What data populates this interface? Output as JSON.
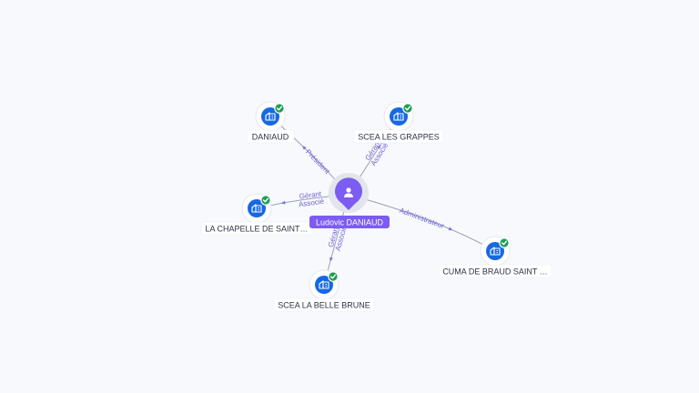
{
  "center": {
    "name": "Ludovic DANIAUD",
    "icon": "person-icon"
  },
  "companies": [
    {
      "id": "daniaud",
      "name": "DANIAUD",
      "icon": "building-icon",
      "status": "active-check-icon"
    },
    {
      "id": "scea-les-grappes",
      "name": "SCEA LES GRAPPES",
      "icon": "building-icon",
      "status": "active-check-icon"
    },
    {
      "id": "la-chapelle",
      "name": "LA CHAPELLE DE SAINT…",
      "icon": "building-icon",
      "status": "active-check-icon"
    },
    {
      "id": "scea-la-belle-brune",
      "name": "SCEA LA BELLE BRUNE",
      "icon": "building-icon",
      "status": "active-check-icon"
    },
    {
      "id": "cuma-de-braud",
      "name": "CUMA DE BRAUD SAINT …",
      "icon": "building-icon",
      "status": "active-check-icon"
    }
  ],
  "edges": [
    {
      "to": "daniaud",
      "roles": [
        "Président"
      ]
    },
    {
      "to": "scea-les-grappes",
      "roles": [
        "Gérant",
        "Associé"
      ]
    },
    {
      "to": "la-chapelle",
      "roles": [
        "Gérant",
        "Associé"
      ]
    },
    {
      "to": "scea-la-belle-brune",
      "roles": [
        "Gérant",
        "Associé"
      ]
    },
    {
      "to": "cuma-de-braud",
      "roles": [
        "Administrateur"
      ]
    }
  ],
  "colors": {
    "person": "#7c5cf2",
    "company": "#1668e3",
    "active": "#1f9d55",
    "edge": "#9aa0b4",
    "edge_label": "#6c63d9"
  }
}
